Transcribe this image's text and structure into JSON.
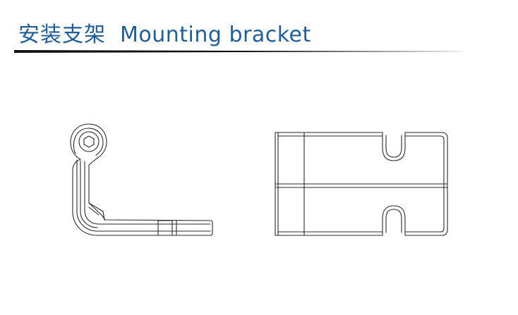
{
  "header": {
    "title_cn": "安装支架",
    "title_en": "Mounting bracket",
    "accent_color": "#1f5e99",
    "underline_color": "#111111"
  },
  "drawing": {
    "line_color": "#2a2a2a",
    "views": [
      {
        "name": "side-view",
        "description_icon": "l-bracket-with-hex-socket-screw"
      },
      {
        "name": "top-view",
        "description_icon": "bracket-plate-with-slots"
      }
    ]
  }
}
